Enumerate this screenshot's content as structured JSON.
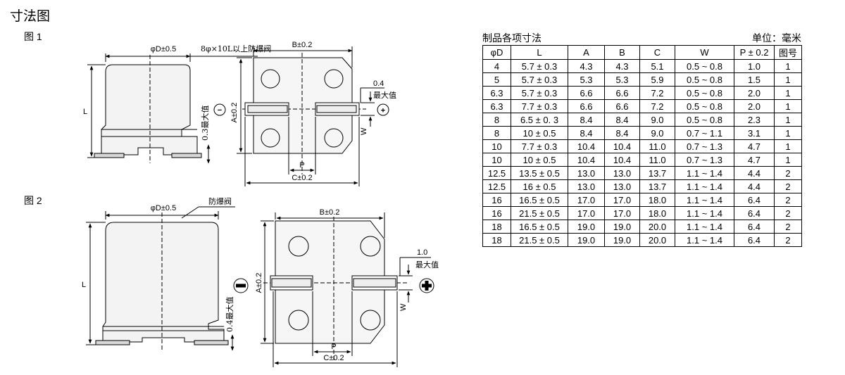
{
  "page": {
    "title": "寸法图",
    "fig1_label": "图 1",
    "fig2_label": "图 2"
  },
  "fig1": {
    "diameter_label": "φD±0.5",
    "vent_label": "8φ×10L以上防爆阀",
    "height_label": "L",
    "offset_label": "0.3最大值",
    "minus_sign": "−",
    "b_label": "B±0.2",
    "a_label": "A±0.2",
    "c_label": "C±0.2",
    "p_label": "P",
    "w_label": "W",
    "tab_value": "0.4",
    "tab_max": "最大值",
    "plus_sign": "+"
  },
  "fig2": {
    "diameter_label": "φD±0.5",
    "vent_label": "防爆阀",
    "height_label": "L",
    "offset_label": "0.4最大值",
    "minus_sign": "−",
    "b_label": "B±0.2",
    "a_label": "A±0.2",
    "c_label": "C±0.2",
    "p_label": "P",
    "w_label": "W",
    "tab_value": "1.0",
    "tab_max": "最大值",
    "plus_sign": "+"
  },
  "table": {
    "caption": "制品各项寸法",
    "unit": "单位：毫米",
    "headers": [
      "φD",
      "L",
      "A",
      "B",
      "C",
      "W",
      "P ± 0.2",
      "图号"
    ],
    "rows": [
      [
        "4",
        "5.7 ± 0.3",
        "4.3",
        "4.3",
        "5.1",
        "0.5 ~ 0.8",
        "1.0",
        "1"
      ],
      [
        "5",
        "5.7 ± 0.3",
        "5.3",
        "5.3",
        "5.9",
        "0.5 ~ 0.8",
        "1.5",
        "1"
      ],
      [
        "6.3",
        "5.7 ± 0.3",
        "6.6",
        "6.6",
        "7.2",
        "0.5 ~ 0.8",
        "2.0",
        "1"
      ],
      [
        "6.3",
        "7.7 ± 0.3",
        "6.6",
        "6.6",
        "7.2",
        "0.5 ~ 0.8",
        "2.0",
        "1"
      ],
      [
        "8",
        "6.5 ± 0. 3",
        "8.4",
        "8.4",
        "9.0",
        "0.5 ~ 0.8",
        "2.3",
        "1"
      ],
      [
        "8",
        "10 ± 0.5",
        "8.4",
        "8.4",
        "9.0",
        "0.7 ~ 1.1",
        "3.1",
        "1"
      ],
      [
        "10",
        "7.7 ± 0.3",
        "10.4",
        "10.4",
        "11.0",
        "0.7 ~ 1.3",
        "4.7",
        "1"
      ],
      [
        "10",
        "10 ± 0.5",
        "10.4",
        "10.4",
        "11.0",
        "0.7 ~ 1.3",
        "4.7",
        "1"
      ],
      [
        "12.5",
        "13.5 ± 0.5",
        "13.0",
        "13.0",
        "13.7",
        "1.1 ~ 1.4",
        "4.4",
        "2"
      ],
      [
        "12.5",
        "16 ± 0.5",
        "13.0",
        "13.0",
        "13.7",
        "1.1 ~ 1.4",
        "4.4",
        "2"
      ],
      [
        "16",
        "16.5 ± 0.5",
        "17.0",
        "17.0",
        "18.0",
        "1.1 ~ 1.4",
        "6.4",
        "2"
      ],
      [
        "16",
        "21.5 ± 0.5",
        "17.0",
        "17.0",
        "18.0",
        "1.1 ~ 1.4",
        "6.4",
        "2"
      ],
      [
        "18",
        "16.5 ± 0.5",
        "19.0",
        "19.0",
        "20.0",
        "1.1 ~ 1.4",
        "6.4",
        "2"
      ],
      [
        "18",
        "21.5 ± 0.5",
        "19.0",
        "19.0",
        "20.0",
        "1.1 ~ 1.4",
        "6.4",
        "2"
      ]
    ]
  }
}
